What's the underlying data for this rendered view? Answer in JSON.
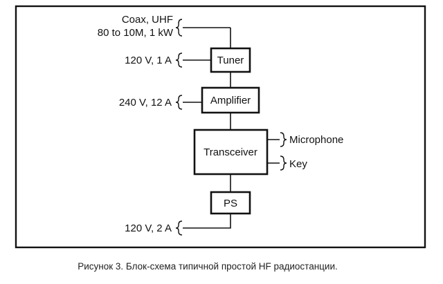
{
  "diagram": {
    "blocks": {
      "tuner": "Tuner",
      "amplifier": "Amplifier",
      "transceiver": "Transceiver",
      "ps": "PS"
    },
    "inputs": {
      "coax_line1": "Coax, UHF",
      "coax_line2": "80 to 10M, 1 kW",
      "tuner_power": "120 V, 1 A",
      "amplifier_power": "240 V, 12 A",
      "ps_power": "120 V, 2 A",
      "microphone": "Microphone",
      "key": "Key"
    }
  },
  "caption": "Рисунок 3. Блок-схема типичной простой HF радиостанции."
}
